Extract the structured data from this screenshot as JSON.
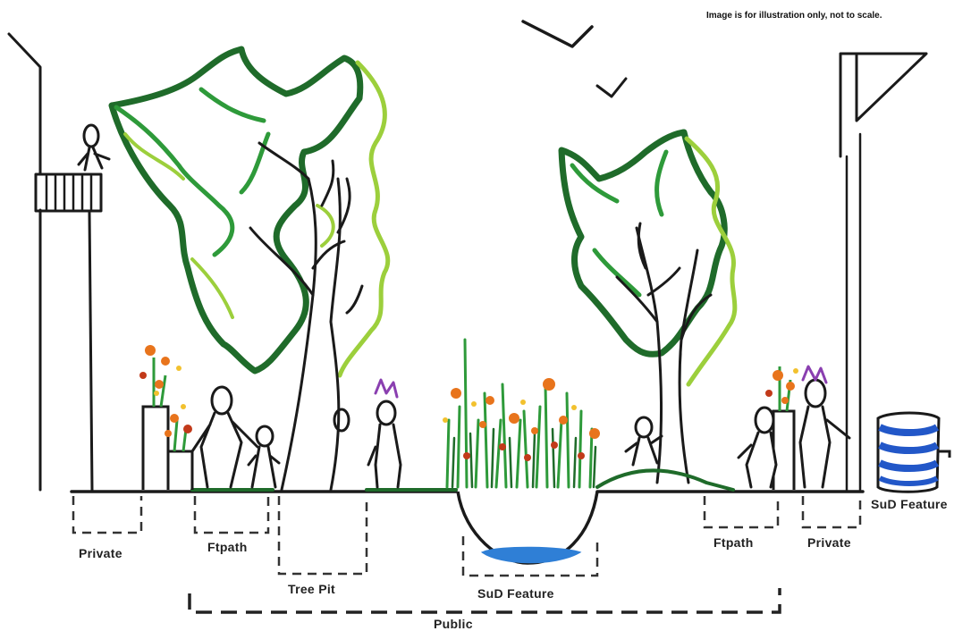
{
  "note": "Image is for illustration only, not to scale.",
  "labels": {
    "private_left": "Private",
    "footpath_left": "Ftpath",
    "tree_pit": "Tree Pit",
    "sud_center": "SuD Feature",
    "footpath_right": "Ftpath",
    "private_right": "Private",
    "sud_right": "SuD Feature",
    "public": "Public"
  },
  "colors": {
    "ink": "#1a1a1a",
    "dark_green": "#1f6b2a",
    "mid_green": "#2e9a3a",
    "light_green": "#9ccf3c",
    "flower_orange": "#e8741c",
    "flower_red": "#c23a1a",
    "flower_yellow": "#f2c12e",
    "flower_purple": "#8a3fb0",
    "water_blue": "#2f7fd6",
    "barrel_blue": "#2257c8"
  },
  "icons": [
    "bird-icon",
    "rain-barrel-icon",
    "person-icon",
    "tree-icon",
    "flower-icon"
  ]
}
